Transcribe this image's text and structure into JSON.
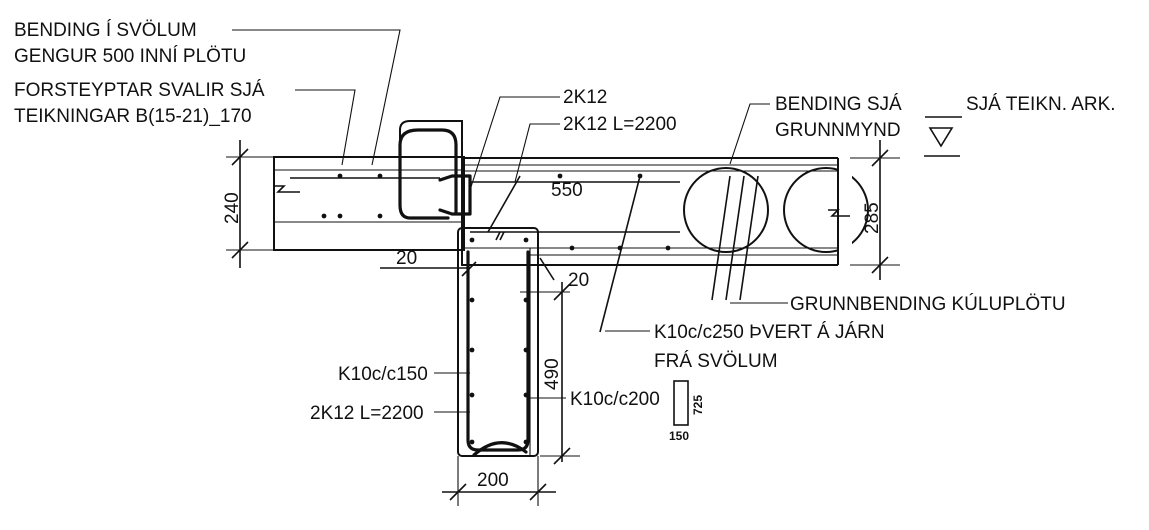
{
  "labels": {
    "bending_svolum": "BENDING Í SVÖLUM",
    "gengur": "GENGUR 500 INNÍ PLÖTU",
    "forsteyptar": "FORSTEYPTAR SVALIR SJÁ",
    "teikningar": "TEIKNINGAR B(15-21)_170",
    "k2k12": "2K12",
    "k2k12_l_top": "2K12 L=2200",
    "bending_sja": "BENDING SJÁ",
    "grunnmynd": "GRUNNMYND",
    "sja_teikn": "SJÁ TEIKN. ARK.",
    "grunnbending": "GRUNNBENDING KÚLUPLÖTU",
    "k10_250": "K10c/c250 ÞVERT Á JÁRN",
    "fra_svolum": "FRÁ SVÖLUM",
    "k10_150": "K10c/c150",
    "k2k12_l_bot": "2K12 L=2200",
    "k10_200": "K10c/c200"
  },
  "dimensions": {
    "d240": "240",
    "d285": "285",
    "d550": "550",
    "d20a": "20",
    "d20b": "20",
    "d490": "490",
    "d200": "200",
    "d725": "725",
    "d150": "150"
  }
}
